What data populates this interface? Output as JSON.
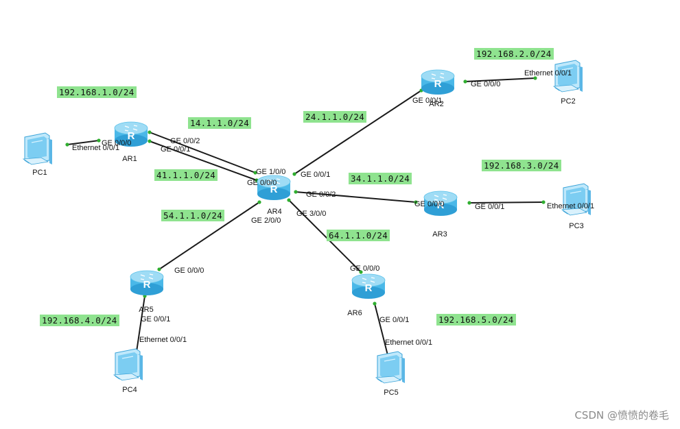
{
  "colors": {
    "link": "#1a1a1a",
    "port_dot": "#2fae2f",
    "net_label_bg": "#8fe38f",
    "router_body": "#4ab8e8",
    "router_top": "#9fdcf5",
    "pc_screen": "#7ccdf2",
    "pc_frame": "#3aa3d8"
  },
  "nodes": {
    "AR1": {
      "label": "AR1",
      "icon": "router-icon"
    },
    "AR2": {
      "label": "AR2",
      "icon": "router-icon"
    },
    "AR3": {
      "label": "AR3",
      "icon": "router-icon"
    },
    "AR4": {
      "label": "AR4",
      "icon": "router-icon"
    },
    "AR5": {
      "label": "AR5",
      "icon": "router-icon"
    },
    "AR6": {
      "label": "AR6",
      "icon": "router-icon"
    },
    "PC1": {
      "label": "PC1",
      "icon": "pc-icon"
    },
    "PC2": {
      "label": "PC2",
      "icon": "pc-icon"
    },
    "PC3": {
      "label": "PC3",
      "icon": "pc-icon"
    },
    "PC4": {
      "label": "PC4",
      "icon": "pc-icon"
    },
    "PC5": {
      "label": "PC5",
      "icon": "pc-icon"
    }
  },
  "router_glyph": "R",
  "links": [
    {
      "id": "pc1-ar1",
      "a": "PC1",
      "b": "AR1",
      "a_port": "Ethernet 0/0/1",
      "b_port": "GE 0/0/0"
    },
    {
      "id": "ar1-ar4-a",
      "a": "AR1",
      "b": "AR4",
      "a_port": "GE 0/0/2",
      "b_port": "GE 1/0/0"
    },
    {
      "id": "ar1-ar4-b",
      "a": "AR1",
      "b": "AR4",
      "a_port": "GE 0/0/1",
      "b_port": "GE 0/0/0"
    },
    {
      "id": "ar4-ar2",
      "a": "AR4",
      "b": "AR2",
      "a_port": "GE 0/0/1",
      "b_port": "GE 0/0/1"
    },
    {
      "id": "ar2-pc2",
      "a": "AR2",
      "b": "PC2",
      "a_port": "GE 0/0/0",
      "b_port": "Ethernet 0/0/1"
    },
    {
      "id": "ar4-ar3",
      "a": "AR4",
      "b": "AR3",
      "a_port": "GE 0/0/2",
      "b_port": "GE 0/0/0"
    },
    {
      "id": "ar3-pc3",
      "a": "AR3",
      "b": "PC3",
      "a_port": "GE 0/0/1",
      "b_port": "Ethernet 0/0/1"
    },
    {
      "id": "ar4-ar5",
      "a": "AR4",
      "b": "AR5",
      "a_port": "GE 2/0/0",
      "b_port": "GE 0/0/0"
    },
    {
      "id": "ar5-pc4",
      "a": "AR5",
      "b": "PC4",
      "a_port": "GE 0/0/1",
      "b_port": "Ethernet 0/0/1"
    },
    {
      "id": "ar4-ar6",
      "a": "AR4",
      "b": "AR6",
      "a_port": "GE 3/0/0",
      "b_port": "GE 0/0/0"
    },
    {
      "id": "ar6-pc5",
      "a": "AR6",
      "b": "PC5",
      "a_port": "GE 0/0/1",
      "b_port": "Ethernet 0/0/1"
    }
  ],
  "networks": [
    {
      "id": "net-pc1",
      "label": "192.168.1.0/24"
    },
    {
      "id": "net-pc2",
      "label": "192.168.2.0/24"
    },
    {
      "id": "net-pc3",
      "label": "192.168.3.0/24"
    },
    {
      "id": "net-pc4",
      "label": "192.168.4.0/24"
    },
    {
      "id": "net-pc5",
      "label": "192.168.5.0/24"
    },
    {
      "id": "net-14",
      "label": "14.1.1.0/24"
    },
    {
      "id": "net-41",
      "label": "41.1.1.0/24"
    },
    {
      "id": "net-24",
      "label": "24.1.1.0/24"
    },
    {
      "id": "net-34",
      "label": "34.1.1.0/24"
    },
    {
      "id": "net-54",
      "label": "54.1.1.0/24"
    },
    {
      "id": "net-64",
      "label": "64.1.1.0/24"
    }
  ],
  "watermark": "CSDN @愤愤的卷毛"
}
